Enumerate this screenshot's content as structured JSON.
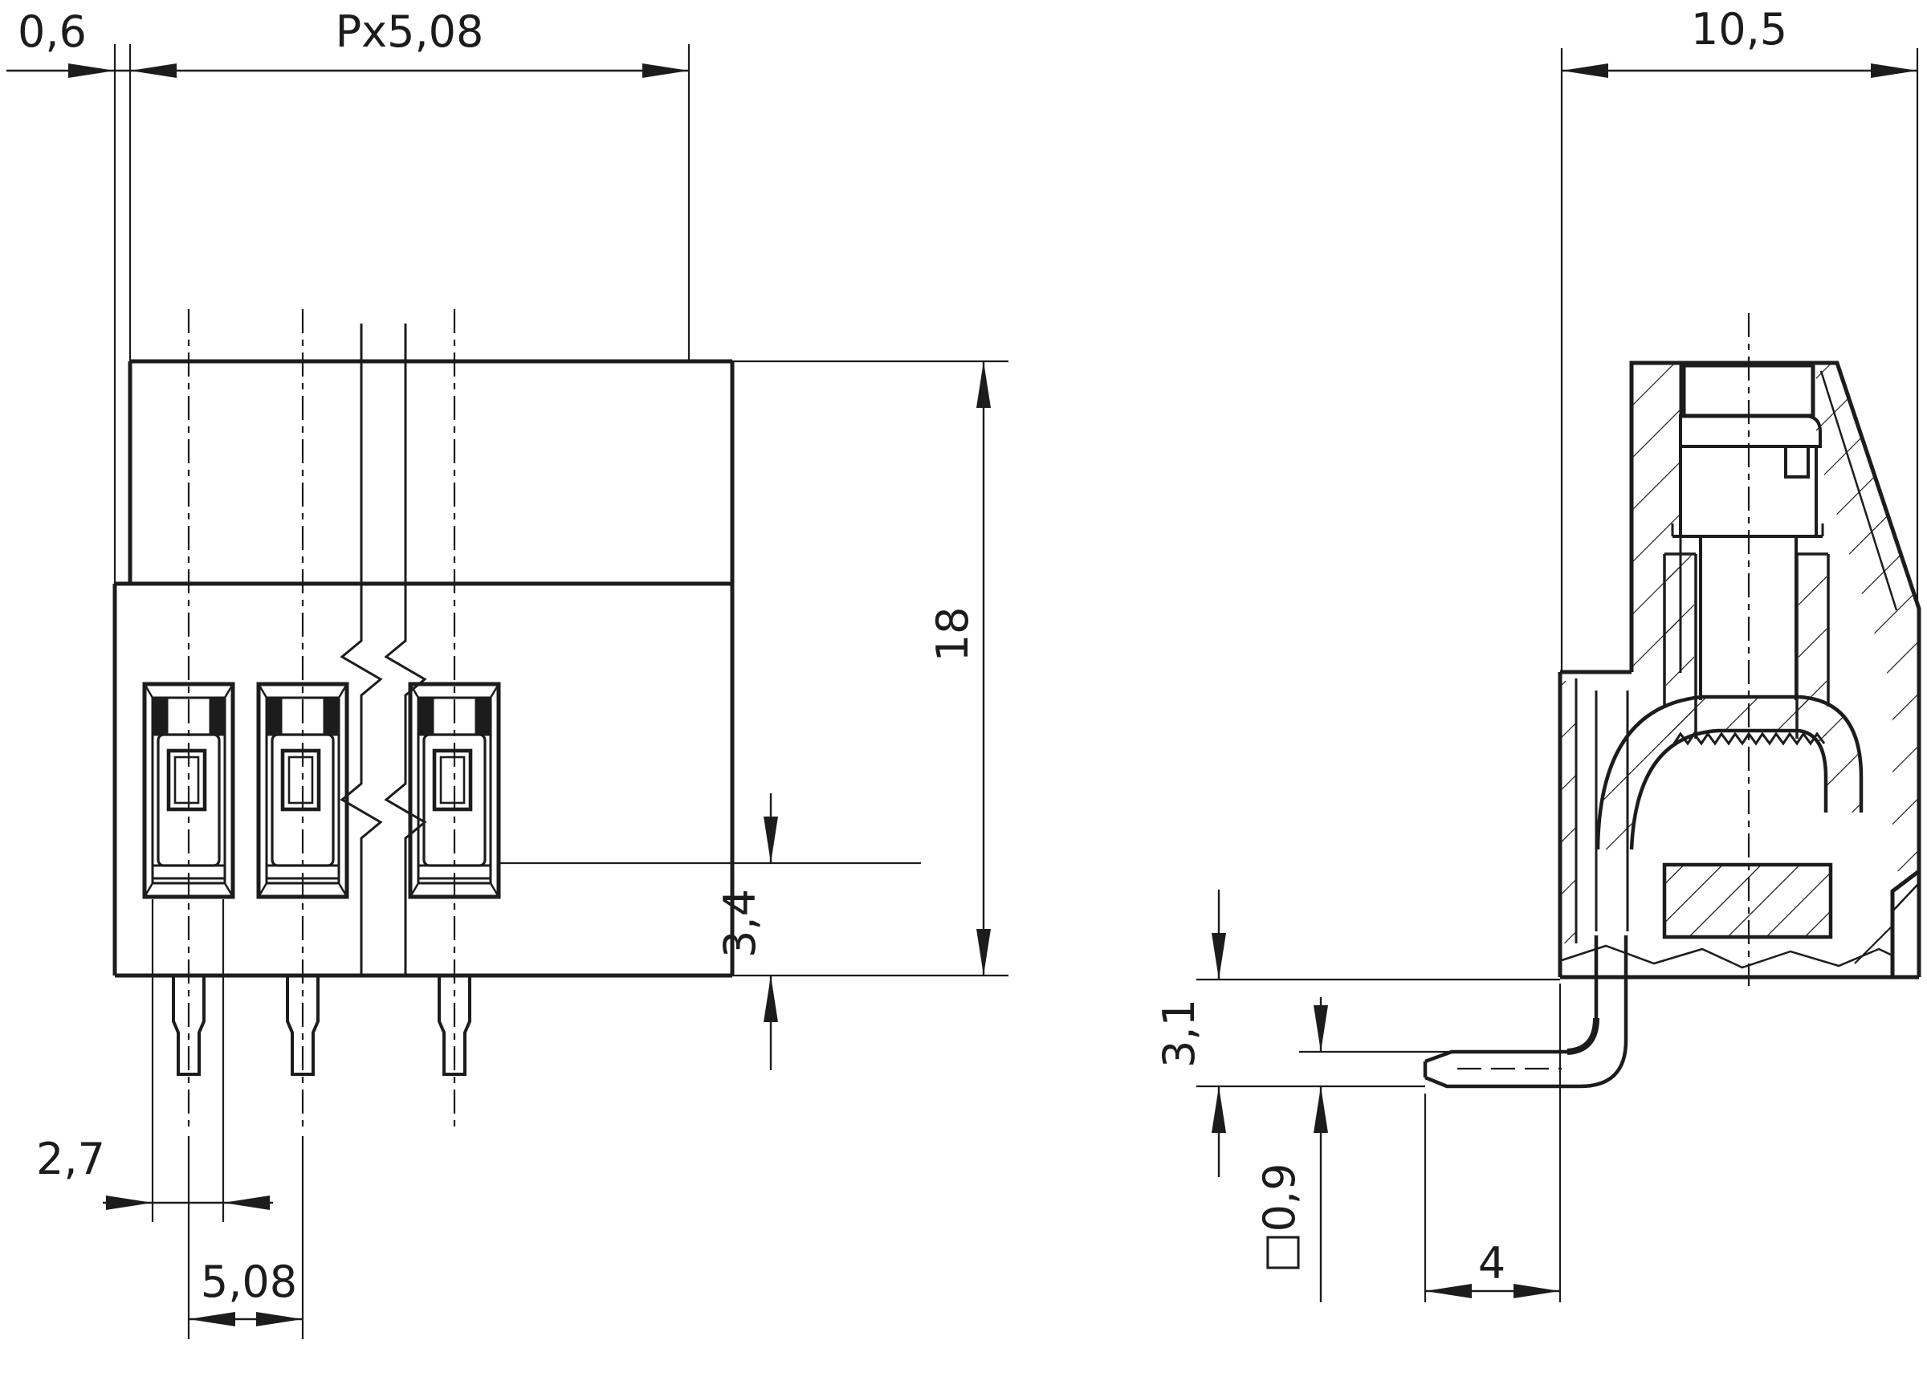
{
  "drawing": {
    "type": "technical-dimension-drawing",
    "subject": "PCB screw terminal block, front view (broken multi-pole) and sectional side view",
    "colors": {
      "ink": "#1c1c1c",
      "paper": "#ffffff"
    },
    "front_view": {
      "dim_left_offset": "0,6",
      "dim_pitch_total": "Px5,08",
      "dim_height": "18",
      "dim_bottom_zone": "3,4",
      "dim_first_pole": "2,7",
      "dim_pitch": "5,08"
    },
    "side_view": {
      "dim_depth": "10,5",
      "dim_pin_below": "3,1",
      "dim_pin_square": "□0,9",
      "dim_pin_length": "4"
    }
  }
}
